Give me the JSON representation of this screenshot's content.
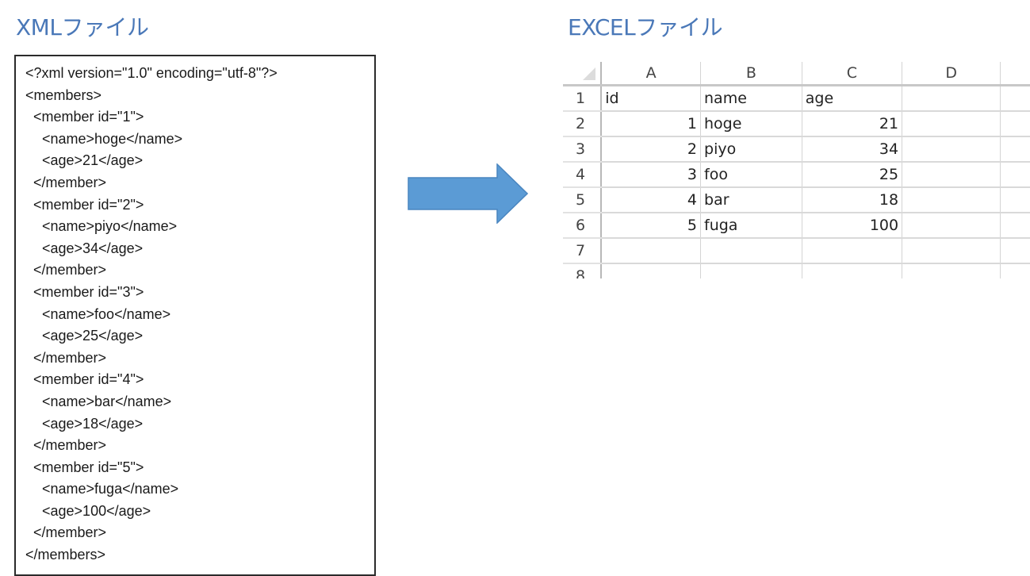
{
  "left_panel": {
    "title": "XMLファイル",
    "xml_lines": [
      {
        "level": 0,
        "text": "<?xml version=\"1.0\" encoding=\"utf-8\"?>"
      },
      {
        "level": 0,
        "text": "<members>"
      },
      {
        "level": 1,
        "text": "<member id=\"1\">"
      },
      {
        "level": 2,
        "text": "<name>hoge</name>"
      },
      {
        "level": 2,
        "text": "<age>21</age>"
      },
      {
        "level": 1,
        "text": "</member>"
      },
      {
        "level": 1,
        "text": "<member id=\"2\">"
      },
      {
        "level": 2,
        "text": "<name>piyo</name>"
      },
      {
        "level": 2,
        "text": "<age>34</age>"
      },
      {
        "level": 1,
        "text": "</member>"
      },
      {
        "level": 1,
        "text": "<member id=\"3\">"
      },
      {
        "level": 2,
        "text": "<name>foo</name>"
      },
      {
        "level": 2,
        "text": "<age>25</age>"
      },
      {
        "level": 1,
        "text": "</member>"
      },
      {
        "level": 1,
        "text": "<member id=\"4\">"
      },
      {
        "level": 2,
        "text": "<name>bar</name>"
      },
      {
        "level": 2,
        "text": "<age>18</age>"
      },
      {
        "level": 1,
        "text": "</member>"
      },
      {
        "level": 1,
        "text": "<member id=\"5\">"
      },
      {
        "level": 2,
        "text": "<name>fuga</name>"
      },
      {
        "level": 2,
        "text": "<age>100</age>"
      },
      {
        "level": 1,
        "text": "</member>"
      },
      {
        "level": 0,
        "text": "</members>"
      }
    ]
  },
  "arrow": {
    "icon": "right-arrow-icon",
    "color": "#5b9bd5",
    "border_color": "#4a86c0"
  },
  "right_panel": {
    "title": "EXCELファイル",
    "sheet": {
      "column_headers": [
        "A",
        "B",
        "C",
        "D"
      ],
      "row_numbers": [
        "1",
        "2",
        "3",
        "4",
        "5",
        "6",
        "7",
        "8"
      ],
      "rows": [
        [
          "id",
          "name",
          "age",
          ""
        ],
        [
          "1",
          "hoge",
          "21",
          ""
        ],
        [
          "2",
          "piyo",
          "34",
          ""
        ],
        [
          "3",
          "foo",
          "25",
          ""
        ],
        [
          "4",
          "bar",
          "18",
          ""
        ],
        [
          "5",
          "fuga",
          "100",
          ""
        ],
        [
          "",
          "",
          "",
          ""
        ],
        [
          "",
          "",
          "",
          ""
        ]
      ]
    }
  },
  "colors": {
    "title": "#4a78b8",
    "box_border": "#2b2b2b",
    "grid": "#d9d9d9"
  }
}
